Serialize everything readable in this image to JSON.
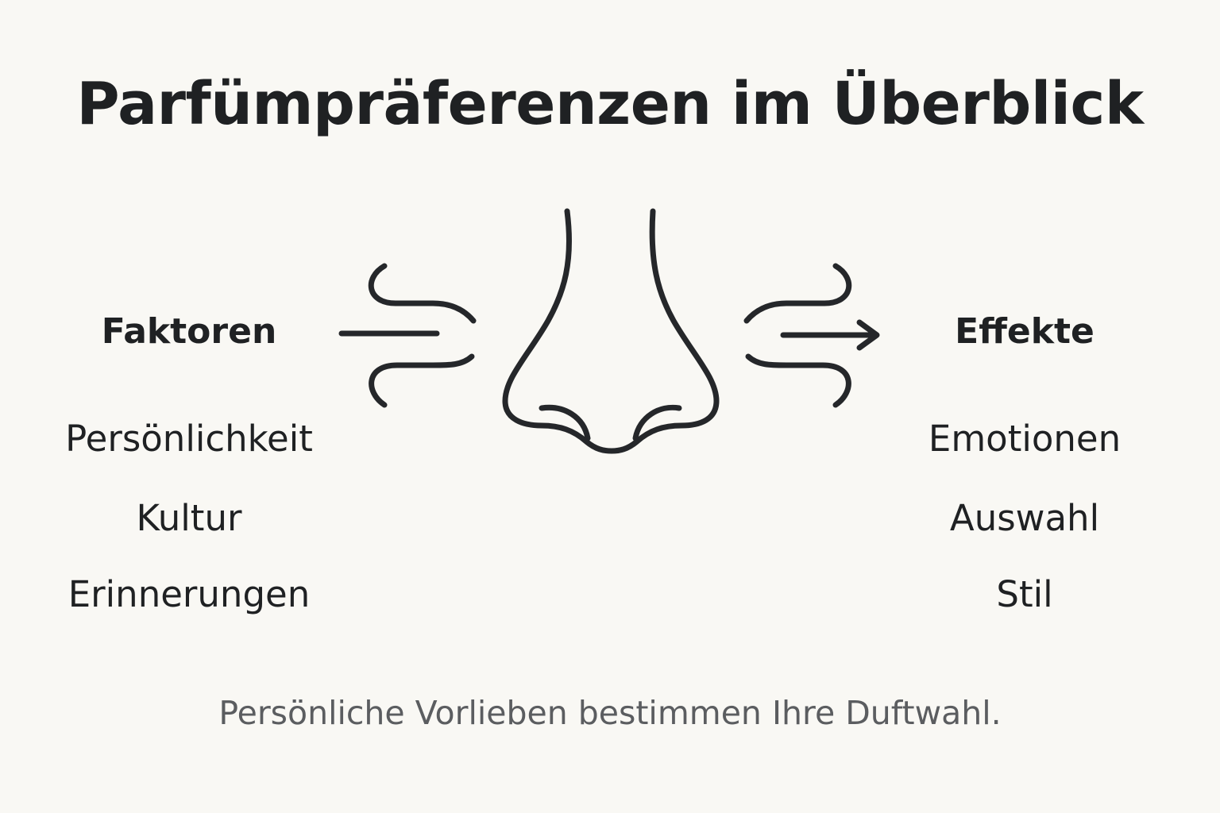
{
  "title": "Parfümpräferenzen im Überblick",
  "left": {
    "heading": "Faktoren",
    "items": [
      "Persönlichkeit",
      "Kultur",
      "Erinnerungen"
    ]
  },
  "right": {
    "heading": "Effekte",
    "items": [
      "Emotionen",
      "Auswahl",
      "Stil"
    ]
  },
  "caption": "Persönliche Vorlieben bestimmen Ihre Duftwahl.",
  "icons": [
    "nose-icon",
    "airflow-in-icon",
    "airflow-out-icon",
    "arrow-right-icon"
  ],
  "colors": {
    "background": "#f9f8f4",
    "text": "#1f2123",
    "caption": "#5b5d60",
    "stroke": "#25272a"
  }
}
